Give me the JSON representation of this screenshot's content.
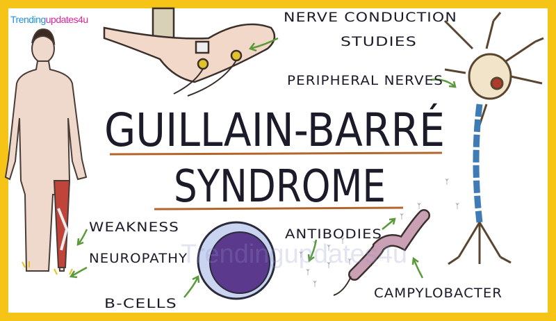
{
  "logo": {
    "part1": "Trending",
    "part2": "updates4u"
  },
  "title": {
    "line1": "GUILLAIN-BARRÉ",
    "line2": "SYNDROME"
  },
  "labels": {
    "nerve_conduction_1": "NERVE CONDUCTION",
    "nerve_conduction_2": "STUDIES",
    "peripheral_nerves": "PERIPHERAL NERVES",
    "weakness": "WEAKNESS",
    "neuropathy": "NEUROPATHY",
    "b_cells": "B-CELLS",
    "antibodies": "ANTIBODIES",
    "campylobacter": "CAMPYLOBACTER"
  },
  "watermark": "Trendingupdates4u",
  "colors": {
    "border": "#f6c417",
    "underline": "#b5652a",
    "arrow": "#5a9a3a",
    "cell": "#5b3a8e",
    "bacteria": "#c9a0b4",
    "axon": "#3f7bb5"
  }
}
